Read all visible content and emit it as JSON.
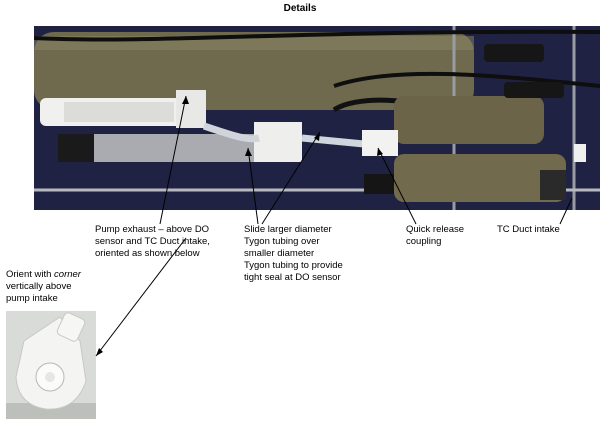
{
  "title": "Details",
  "labels": {
    "pump_exhaust": "Pump exhaust – above DO\nsensor and TC Duct intake,\noriented as shown below",
    "tubing": "Slide larger diameter\nTygon tubing over\nsmaller diameter\nTygon tubing to provide\ntight seal at DO sensor",
    "quick_release": "Quick release\ncoupling",
    "tc_duct": "TC Duct intake",
    "orient_pre": "Orient with ",
    "orient_em": "corner",
    "orient_post": "\nvertically above\npump intake"
  },
  "colors": {
    "background": "#202244",
    "housing": "#6f6a4e",
    "sensor_white": "#f0f0ee",
    "sensor_gray": "#a9abb0",
    "sensor_black": "#151515"
  }
}
